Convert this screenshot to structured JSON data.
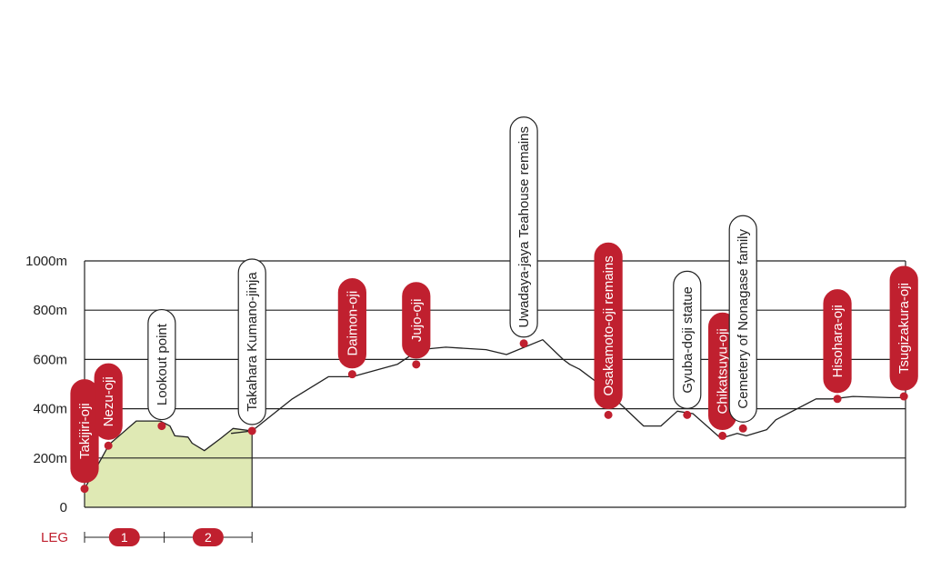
{
  "colors": {
    "red": "#c0202f",
    "leg_fill": "#dfe9b4",
    "line": "#222222",
    "grid": "#222222"
  },
  "chart_data": {
    "type": "area",
    "xlim": [
      0,
      100
    ],
    "ylim": [
      0,
      1000
    ],
    "grid": true,
    "ylabel": "",
    "xlabel": "",
    "title": "",
    "y_ticks": [
      {
        "value": 0,
        "label": "0"
      },
      {
        "value": 200,
        "label": "200m"
      },
      {
        "value": 400,
        "label": "400m"
      },
      {
        "value": 600,
        "label": "600m"
      },
      {
        "value": 800,
        "label": "800m"
      },
      {
        "value": 1000,
        "label": "1000m"
      }
    ],
    "profile": {
      "x": [
        0,
        3.0,
        6.3,
        9.2,
        10.4,
        11.0,
        12.6,
        13.1,
        14.6,
        16.6,
        18.1,
        20.4,
        17.9,
        20.4,
        25.3,
        29.7,
        30.6,
        32.6,
        38.1,
        40.8,
        44.0,
        48.9,
        51.4,
        55.8,
        58.3,
        59.1,
        60.3,
        62.7,
        68.1,
        69.0,
        70.2,
        72.2,
        74.1,
        77.5,
        79.5,
        80.6,
        83.1,
        84.2,
        89.1,
        91.0,
        93.6,
        98.1,
        100
      ],
      "y": [
        75,
        255,
        350,
        350,
        330,
        290,
        285,
        260,
        230,
        280,
        320,
        310,
        300,
        310,
        440,
        530,
        530,
        530,
        580,
        640,
        650,
        640,
        620,
        680,
        600,
        580,
        560,
        500,
        330,
        330,
        330,
        390,
        380,
        280,
        300,
        290,
        315,
        355,
        440,
        440,
        450,
        445,
        445
      ]
    },
    "legs": [
      {
        "label": "1",
        "start": 0,
        "end": 9.7
      },
      {
        "label": "2",
        "start": 9.7,
        "end": 20.4
      }
    ],
    "leg_label": "LEG",
    "waypoints": [
      {
        "name": "Takijiri-oji",
        "x": 0,
        "y": 75,
        "style": "red"
      },
      {
        "name": "Nezu-oji",
        "x": 2.9,
        "y": 250,
        "style": "red"
      },
      {
        "name": "Lookout point",
        "x": 9.4,
        "y": 330,
        "style": "white"
      },
      {
        "name": "Takahara Kumano-jinja",
        "x": 20.4,
        "y": 310,
        "style": "white"
      },
      {
        "name": "Daimon-oji",
        "x": 32.6,
        "y": 540,
        "style": "red"
      },
      {
        "name": "Jujo-oji",
        "x": 40.4,
        "y": 580,
        "style": "red"
      },
      {
        "name": "Uwadaya-jaya Teahouse remains",
        "x": 53.5,
        "y": 665,
        "style": "white"
      },
      {
        "name": "Osakamoto-oji remains",
        "x": 63.8,
        "y": 375,
        "style": "red"
      },
      {
        "name": "Gyuba-doji statue",
        "x": 73.4,
        "y": 375,
        "style": "white"
      },
      {
        "name": "Chikatsuyu-oji",
        "x": 77.7,
        "y": 290,
        "style": "red"
      },
      {
        "name": "Cemetery of Nonagase family",
        "x": 80.2,
        "y": 320,
        "style": "white"
      },
      {
        "name": "Hisohara-oji",
        "x": 91.7,
        "y": 440,
        "style": "red"
      },
      {
        "name": "Tsugizakura-oji",
        "x": 99.8,
        "y": 450,
        "style": "red"
      }
    ]
  }
}
